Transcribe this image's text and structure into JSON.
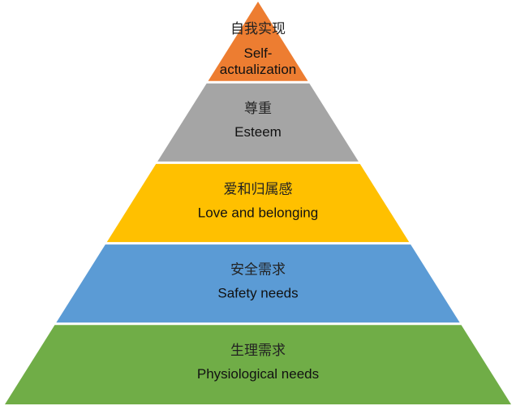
{
  "title": "Maslow's hierarchy of needs",
  "levels": [
    {
      "zh": "自我实现",
      "en": [
        "Self-",
        "actualization"
      ],
      "color": "#ED7D31"
    },
    {
      "zh": "尊重",
      "en": [
        "Esteem"
      ],
      "color": "#A5A5A5"
    },
    {
      "zh": "爱和归属感",
      "en": [
        "Love and belonging"
      ],
      "color": "#FFC000"
    },
    {
      "zh": "安全需求",
      "en": [
        "Safety needs"
      ],
      "color": "#5B9BD5"
    },
    {
      "zh": "生理需求",
      "en": [
        "Physiological needs"
      ],
      "color": "#70AD47"
    }
  ]
}
